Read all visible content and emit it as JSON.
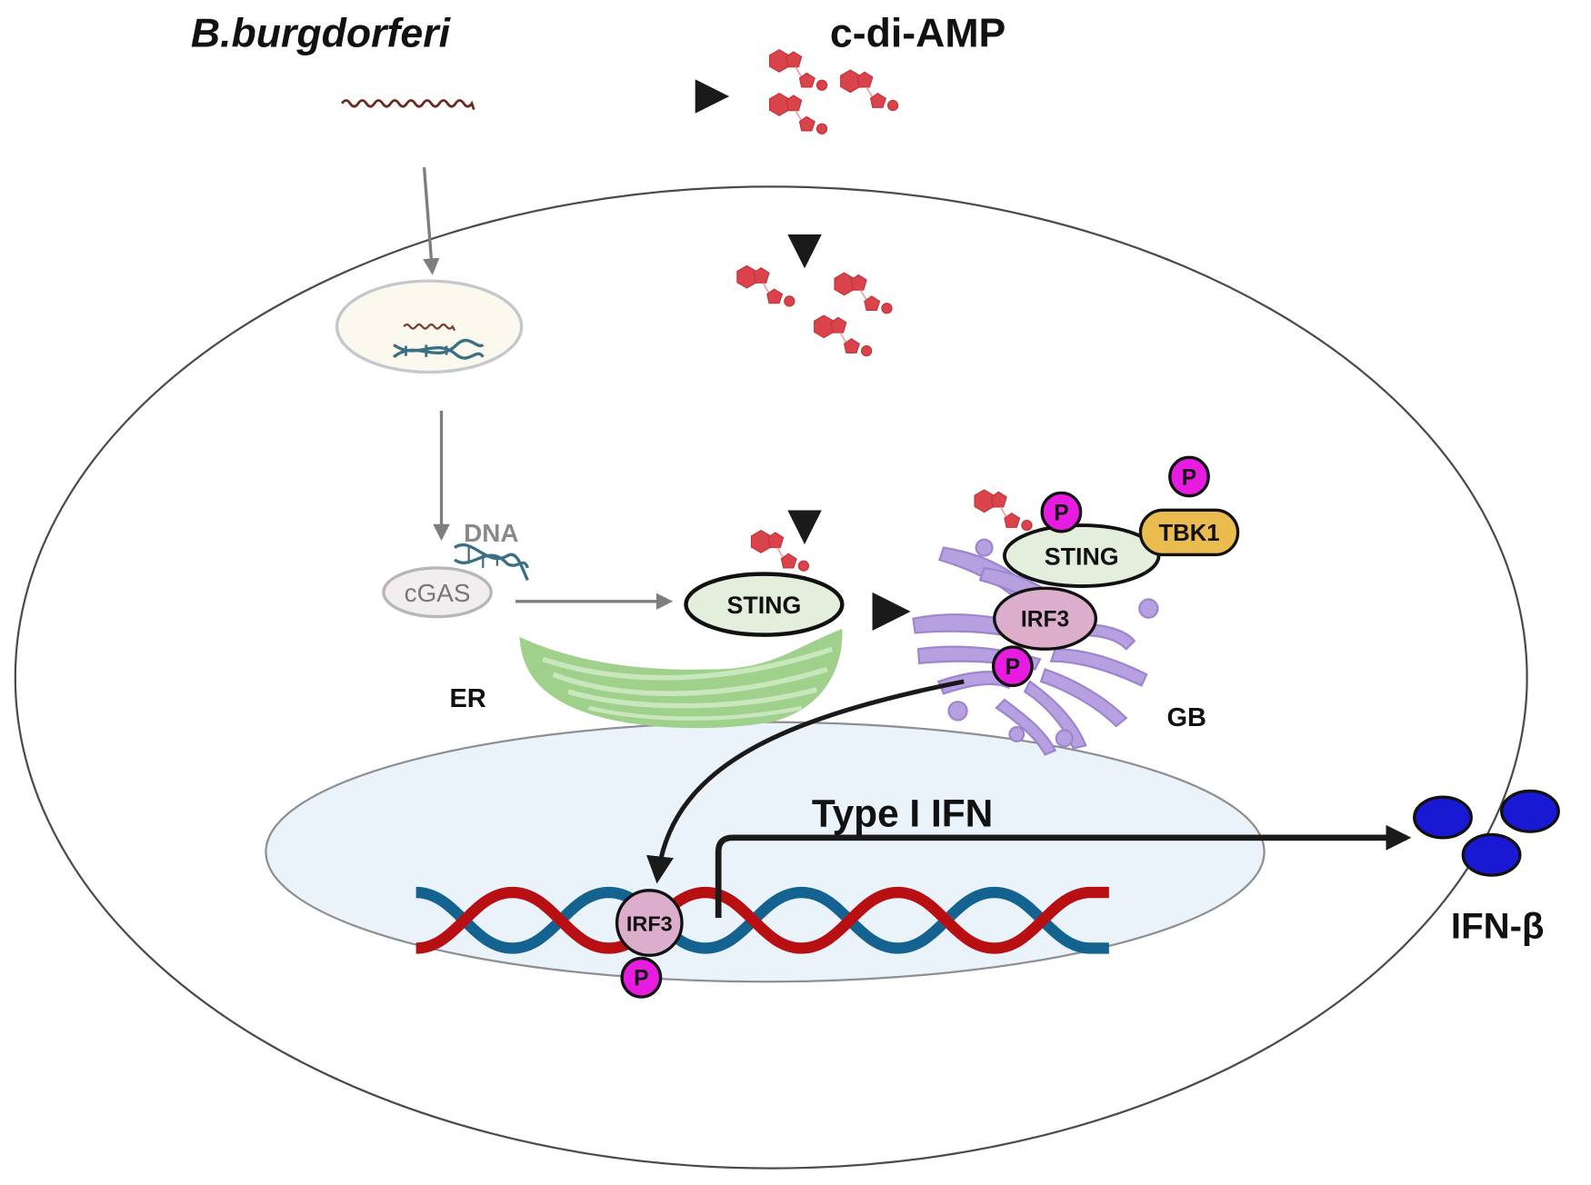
{
  "figure": {
    "title_bacterium": "B.burgdorferi",
    "title_ligand": "c-di-AMP",
    "labels": {
      "dna": "DNA",
      "cgas": "cGAS",
      "sting_er": "STING",
      "sting_golgi": "STING",
      "tbk1": "TBK1",
      "irf3_golgi": "IRF3",
      "irf3_nucleus": "IRF3",
      "phospho": "P",
      "er": "ER",
      "golgi": "GB",
      "type1_ifn": "Type I IFN",
      "ifn_beta": "IFN-β"
    },
    "colors": {
      "cdiamp": "#d9434b",
      "sting_fill": "#e4eedd",
      "tbk1_fill": "#eabb4e",
      "irf3_fill": "#ddaecb",
      "phospho_fill": "#e81be0",
      "er_fill": "#8fc87a",
      "golgi_fill": "#b7a0e0",
      "nucleus_fill": "#eaf2fa",
      "vesicle_fill": "#fbf8ee",
      "dna_red": "#b80f12",
      "dna_blue": "#14628f",
      "ifn_beta_fill": "#1919d4",
      "spirochete": "#6a2a22"
    }
  }
}
